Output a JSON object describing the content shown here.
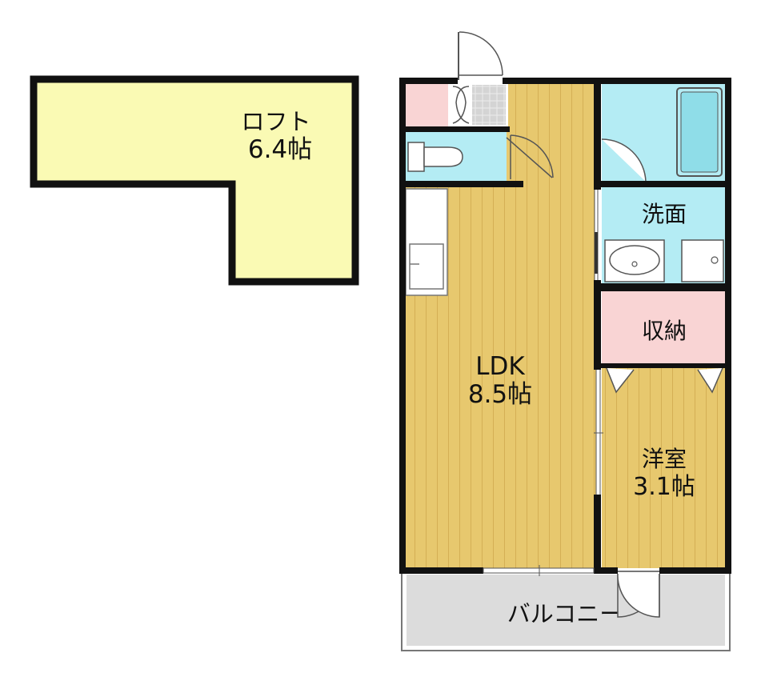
{
  "colors": {
    "wall": "#111111",
    "loft_fill": "#fafab4",
    "wood": "#e7c86e",
    "wood_line": "#d7b35a",
    "wet_area": "#b4ecf4",
    "storage": "#f9d4d4",
    "balcony": "#dcdcdc",
    "tile": "#e2e2e2"
  },
  "rooms": {
    "loft": {
      "name": "ロフト",
      "size": "6.4帖"
    },
    "ldk": {
      "name": "LDK",
      "size": "8.5帖"
    },
    "washroom": {
      "name": "洗面"
    },
    "storage": {
      "name": "収納"
    },
    "western": {
      "name": "洋室",
      "size": "3.1帖"
    },
    "balcony": {
      "name": "バルコニー"
    }
  }
}
